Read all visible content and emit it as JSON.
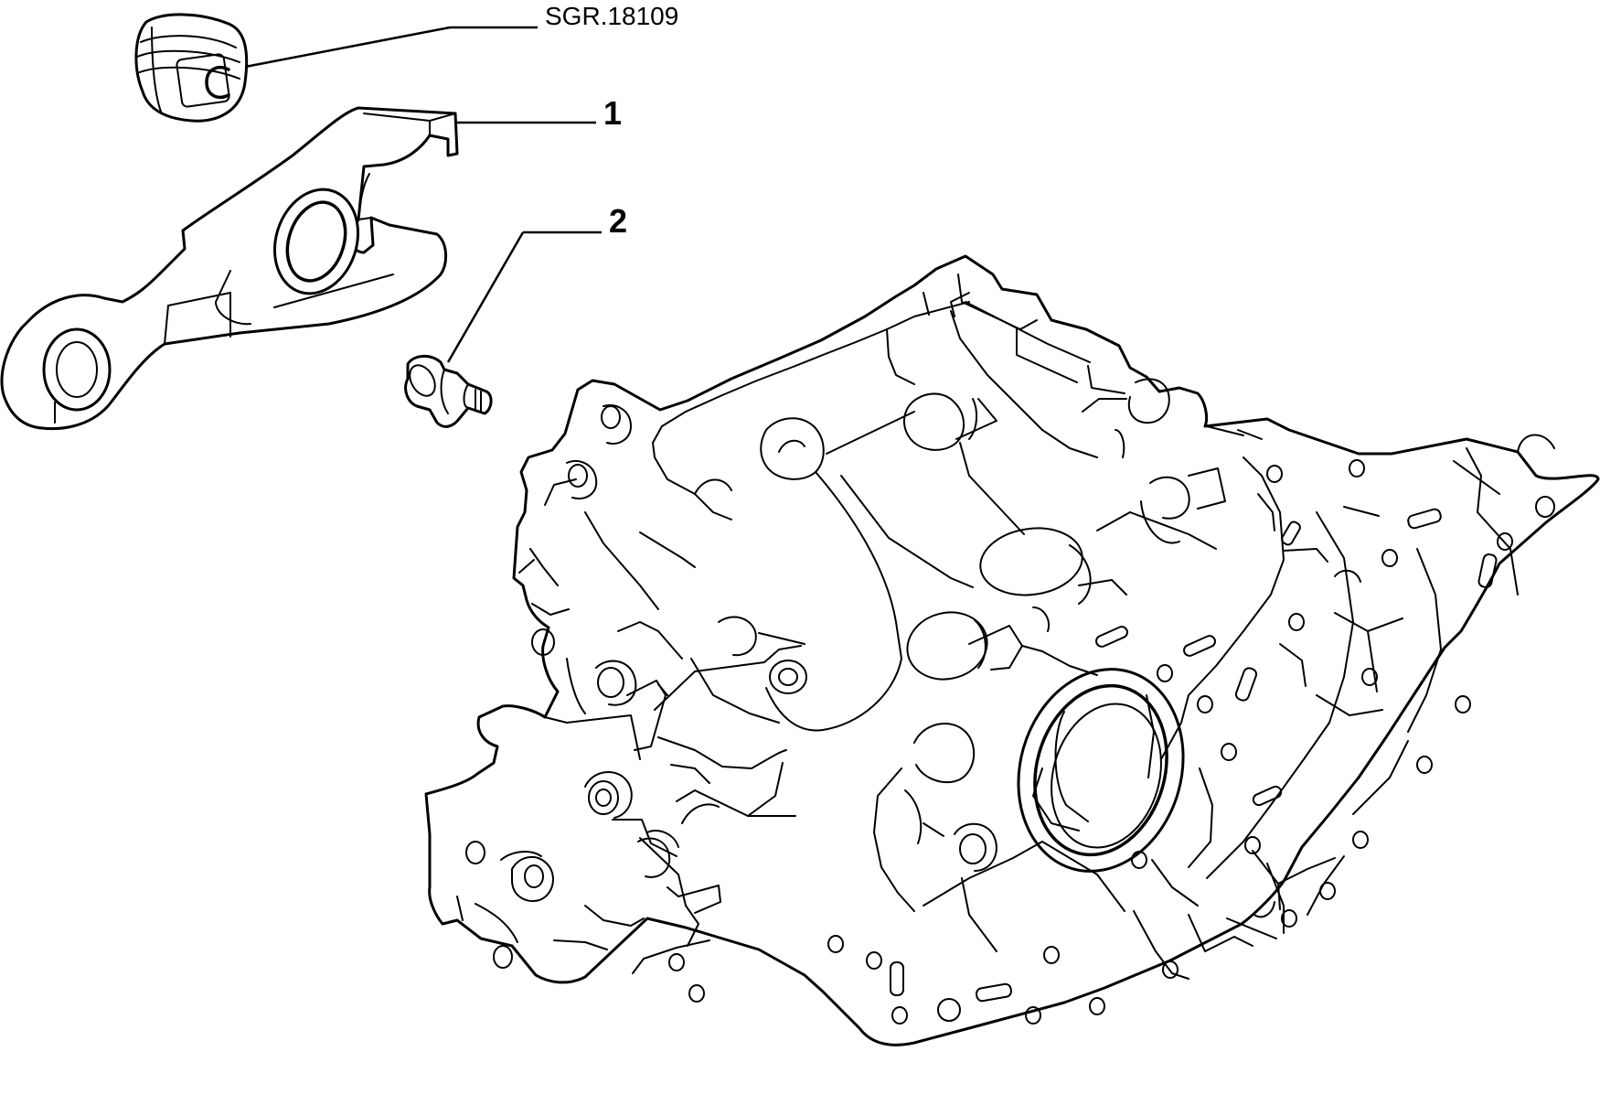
{
  "drawing_code": "SGR.18109",
  "callouts": [
    {
      "id": "1",
      "label": "1"
    },
    {
      "id": "2",
      "label": "2"
    }
  ],
  "colors": {
    "line": "#000000",
    "background": "#ffffff"
  }
}
